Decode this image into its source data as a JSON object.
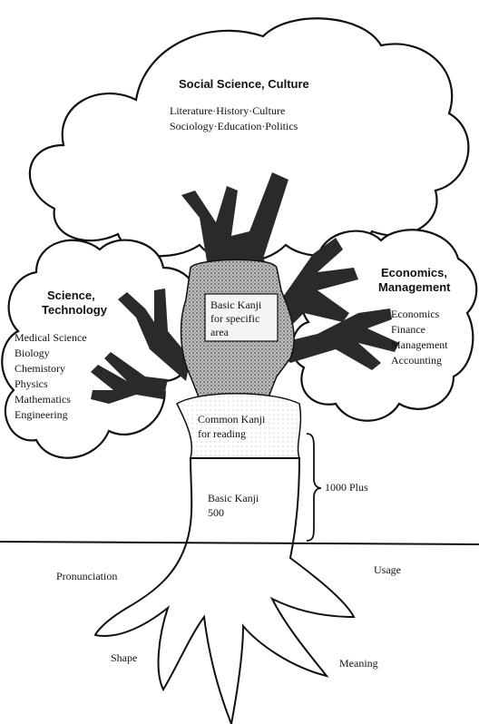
{
  "crown_top": {
    "title": "Social Science, Culture",
    "line1": "Literature·History·Culture",
    "line2": "Sociology·Education·Politics"
  },
  "crown_left": {
    "title1": "Science,",
    "title2": "Technology",
    "items": [
      "Medical Science",
      "Biology",
      "Chemistory",
      "Physics",
      "Mathematics",
      "Engineering"
    ]
  },
  "crown_right": {
    "title1": "Economics,",
    "title2": "Management",
    "items": [
      "Economics",
      "Finance",
      "Management",
      "Accounting"
    ]
  },
  "trunk": {
    "specific": [
      "Basic Kanji",
      "for specific",
      "area"
    ],
    "reading": [
      "Common Kanji",
      "for reading"
    ],
    "basic": [
      "Basic Kanji",
      "500"
    ],
    "bracket_label": "1000 Plus"
  },
  "roots": {
    "pronunciation": "Pronunciation",
    "usage": "Usage",
    "shape": "Shape",
    "meaning": "Meaning"
  },
  "colors": {
    "ink": "#111111",
    "shade": "#8a8a8a",
    "dark": "#2a2a2a"
  }
}
